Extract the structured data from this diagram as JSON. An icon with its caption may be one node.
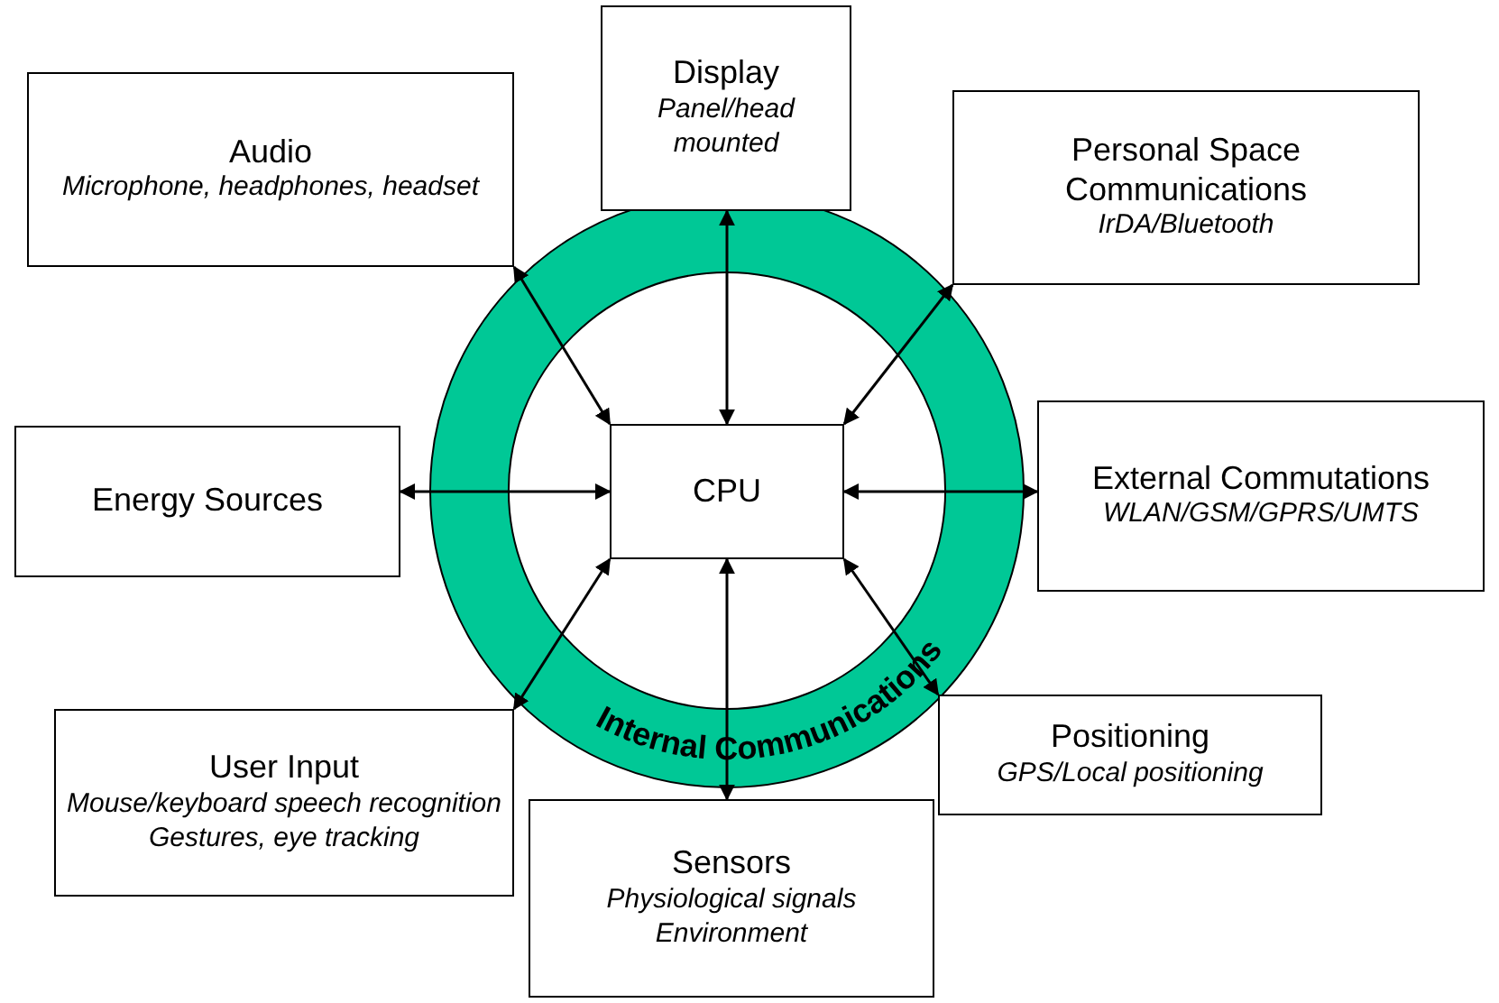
{
  "diagram": {
    "nodes": [
      {
        "text": [
          "Display",
          "Panel/head mounted"
        ]
      },
      {
        "text": [
          "Audio",
          "Microphone, headphones, headset"
        ]
      },
      {
        "text": [
          "Personal Space Communications",
          "IrDA/Bluetooth"
        ]
      },
      {
        "text": [
          "Internal Communications"
        ]
      },
      {
        "text": [
          "Energy Sources"
        ]
      },
      {
        "text": [
          "CPU"
        ],
        "in": 3
      },
      {
        "text": [
          "External Commutations",
          "WLAN/GSM/GPRS/UMTS"
        ]
      },
      {
        "text": [
          "Positioning",
          "GPS/Local positioning"
        ]
      },
      {
        "text": [
          "User Input",
          "Mouse/keyboard speech recognition Gestures, eye tracking"
        ]
      },
      {
        "text": [
          "Sensors",
          "Physiological signals Environment"
        ]
      }
    ],
    "edges": [
      {
        "from": 0,
        "to": 5,
        "arrow": "both"
      },
      {
        "from": 1,
        "to": 5,
        "arrow": "both"
      },
      {
        "from": 2,
        "to": 5,
        "arrow": "both"
      },
      {
        "from": 4,
        "to": 5,
        "arrow": "both"
      },
      {
        "from": 6,
        "to": 5,
        "arrow": "both"
      },
      {
        "from": 8,
        "to": 5,
        "arrow": "both"
      },
      {
        "from": 7,
        "to": 5,
        "arrow": "both"
      },
      {
        "from": 9,
        "to": 5,
        "arrow": "both"
      }
    ]
  }
}
